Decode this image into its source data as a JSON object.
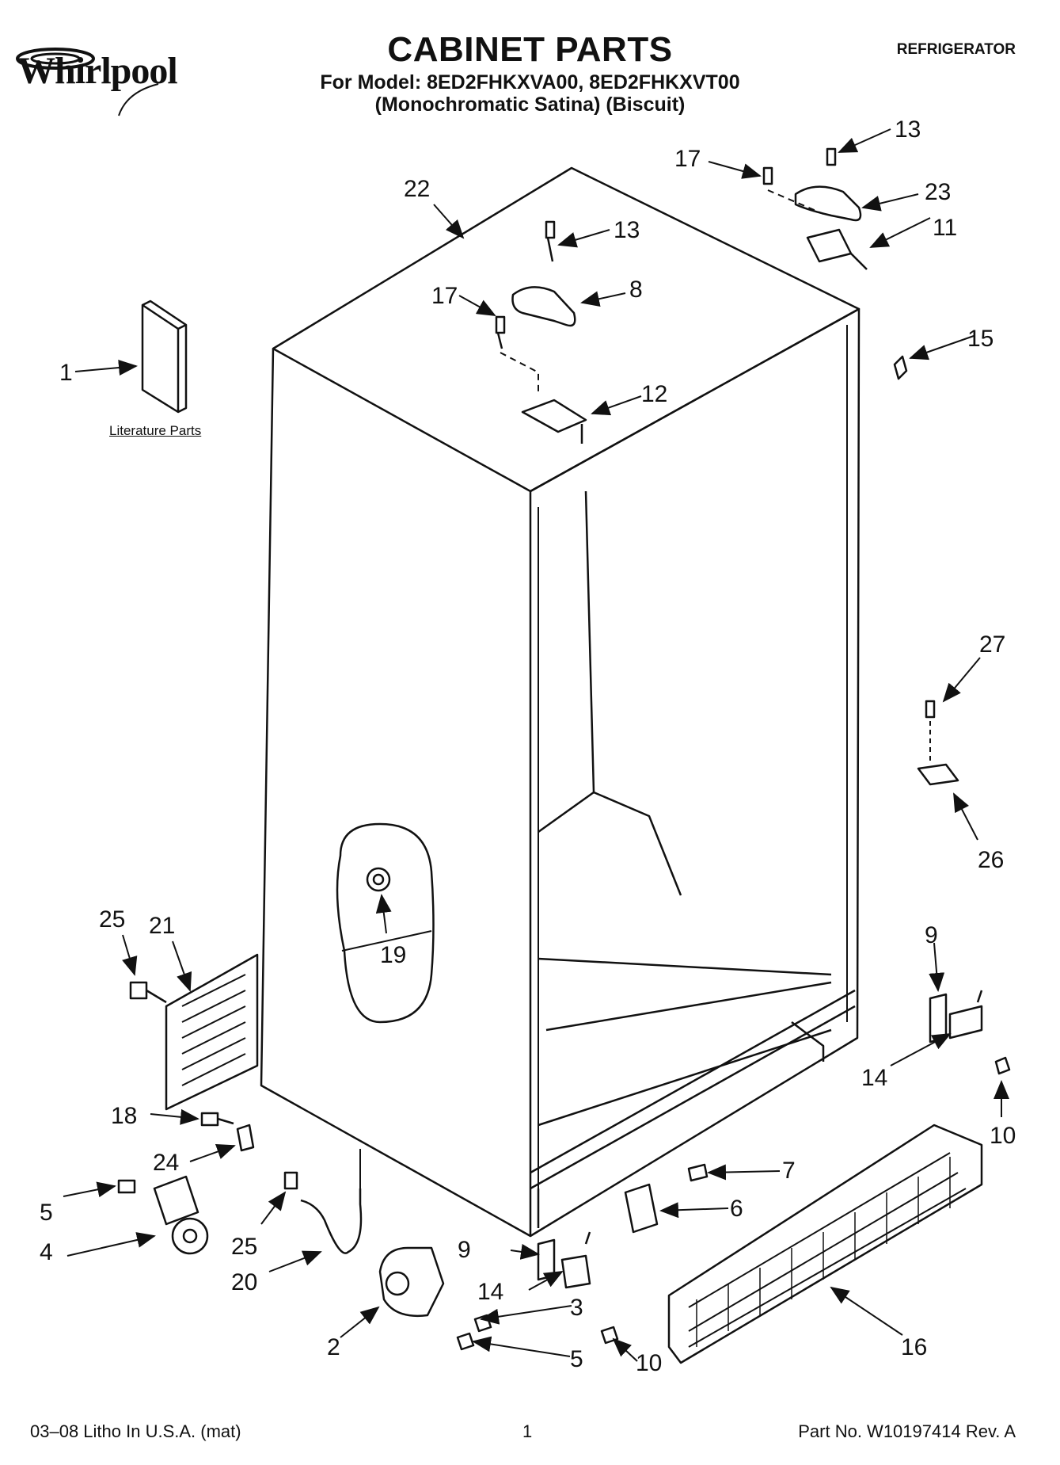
{
  "header": {
    "brand": "Whirlpool",
    "title": "CABINET PARTS",
    "model_line": "For Model: 8ED2FHKXVA00, 8ED2FHKXVT00",
    "variant_line": "(Monochromatic Satina)  (Biscuit)",
    "category": "REFRIGERATOR"
  },
  "literature_label": "Literature Parts",
  "callouts": [
    {
      "id": "c1",
      "label": "1"
    },
    {
      "id": "c2",
      "label": "2"
    },
    {
      "id": "c3",
      "label": "3"
    },
    {
      "id": "c4",
      "label": "4"
    },
    {
      "id": "c5a",
      "label": "5"
    },
    {
      "id": "c5b",
      "label": "5"
    },
    {
      "id": "c6",
      "label": "6"
    },
    {
      "id": "c7",
      "label": "7"
    },
    {
      "id": "c8",
      "label": "8"
    },
    {
      "id": "c9a",
      "label": "9"
    },
    {
      "id": "c9b",
      "label": "9"
    },
    {
      "id": "c10a",
      "label": "10"
    },
    {
      "id": "c10b",
      "label": "10"
    },
    {
      "id": "c11",
      "label": "11"
    },
    {
      "id": "c12",
      "label": "12"
    },
    {
      "id": "c13a",
      "label": "13"
    },
    {
      "id": "c13b",
      "label": "13"
    },
    {
      "id": "c14a",
      "label": "14"
    },
    {
      "id": "c14b",
      "label": "14"
    },
    {
      "id": "c15",
      "label": "15"
    },
    {
      "id": "c16",
      "label": "16"
    },
    {
      "id": "c17a",
      "label": "17"
    },
    {
      "id": "c17b",
      "label": "17"
    },
    {
      "id": "c18",
      "label": "18"
    },
    {
      "id": "c19",
      "label": "19"
    },
    {
      "id": "c20",
      "label": "20"
    },
    {
      "id": "c21",
      "label": "21"
    },
    {
      "id": "c22",
      "label": "22"
    },
    {
      "id": "c23",
      "label": "23"
    },
    {
      "id": "c24",
      "label": "24"
    },
    {
      "id": "c25a",
      "label": "25"
    },
    {
      "id": "c25b",
      "label": "25"
    },
    {
      "id": "c26",
      "label": "26"
    },
    {
      "id": "c27",
      "label": "27"
    }
  ],
  "footer": {
    "litho": "03–08 Litho In U.S.A. (mat)",
    "page": "1",
    "part_no": "Part No. W10197414 Rev. A"
  }
}
